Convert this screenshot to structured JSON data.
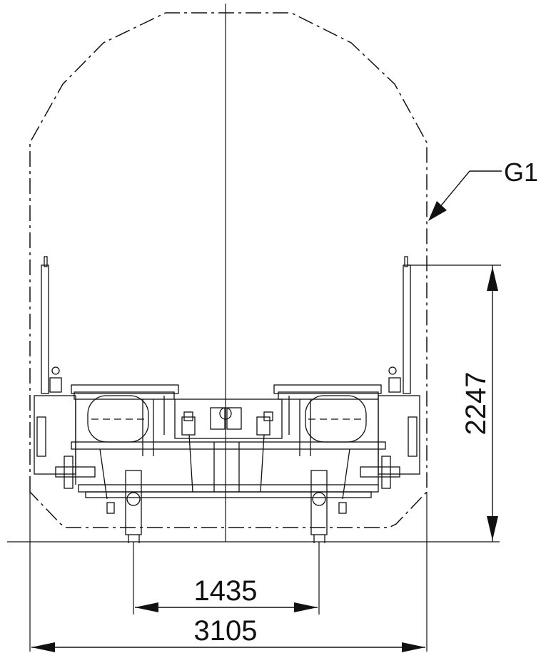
{
  "drawing": {
    "gauge_label": "G1",
    "dimensions": {
      "height": "2247",
      "track_gauge": "1435",
      "total_width": "3105"
    }
  }
}
